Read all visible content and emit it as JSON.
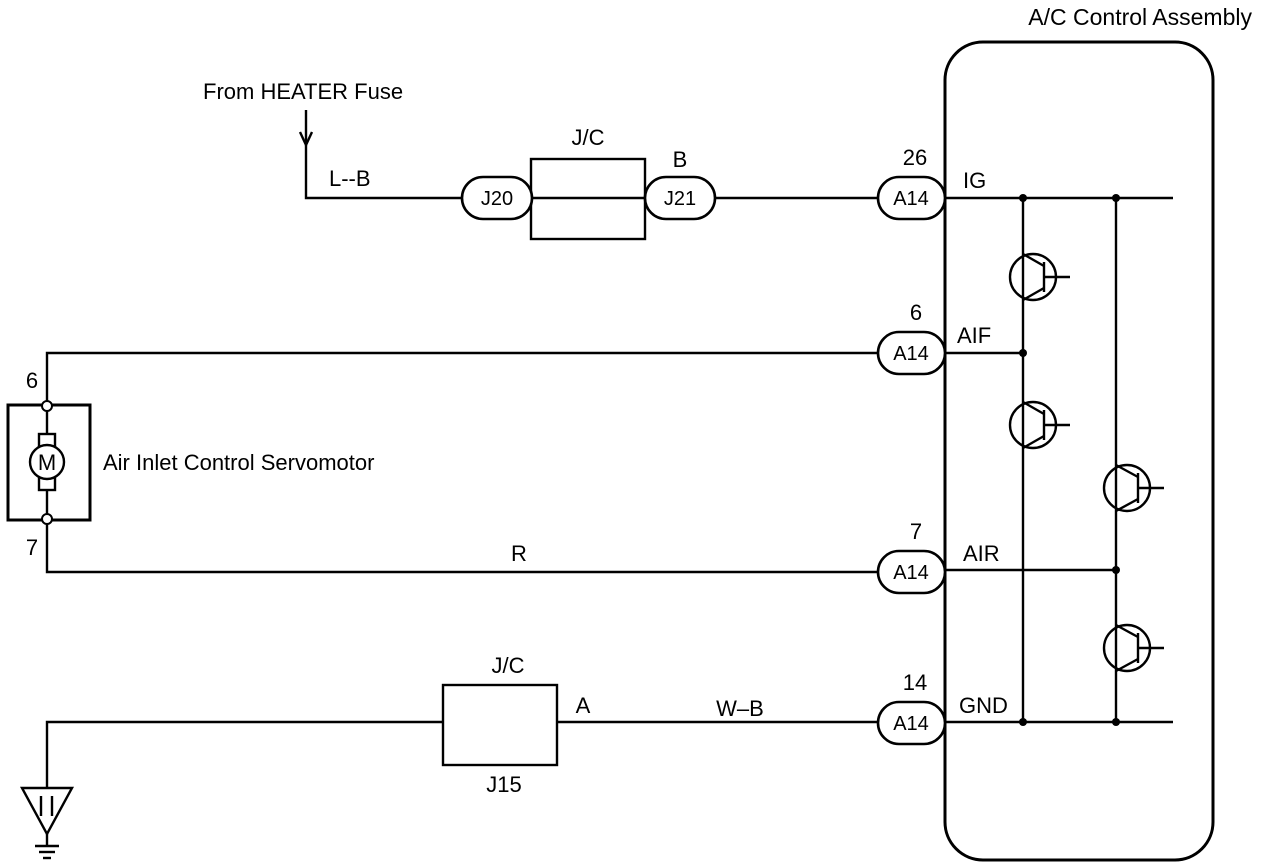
{
  "assembly": {
    "title": "A/C Control Assembly"
  },
  "source": {
    "label": "From HEATER Fuse",
    "wire_color": "L--B"
  },
  "jc_top": {
    "label": "J/C",
    "left_connector": "J20",
    "right_connector": "J21",
    "terminal": "B"
  },
  "jc_bottom": {
    "label": "J/C",
    "connector": "J15",
    "terminal": "A"
  },
  "motor": {
    "label": "Air Inlet Control Servomotor",
    "symbol": "M",
    "pin_top": "6",
    "pin_bottom": "7"
  },
  "wires": {
    "air_r": "R",
    "gnd_wb": "W–B"
  },
  "connectors": [
    {
      "code": "A14",
      "pin": "26",
      "signal": "IG"
    },
    {
      "code": "A14",
      "pin": "6",
      "signal": "AIF"
    },
    {
      "code": "A14",
      "pin": "7",
      "signal": "AIR"
    },
    {
      "code": "A14",
      "pin": "14",
      "signal": "GND"
    }
  ]
}
